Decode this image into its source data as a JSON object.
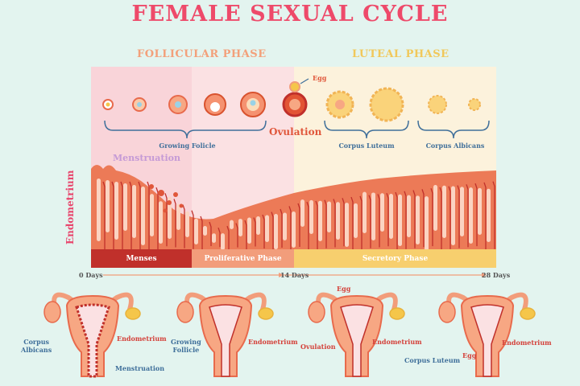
{
  "title": "FEMALE SEXUAL CYCLE",
  "phases": {
    "follicular": "FOLLICULAR PHASE",
    "luteal": "LUTEAL PHASE"
  },
  "labels": {
    "egg": "Egg",
    "ovulation": "Ovulation",
    "growing_follicle": "Growing Folicle",
    "corpus_luteum": "Corpus Luteum",
    "corpus_albicans": "Corpus Albicans",
    "menstruation": "Menstruation",
    "endometrium": "Endometrium"
  },
  "phase_bars": {
    "menses": "Menses",
    "proliferative": "Proliferative Phase",
    "secretory": "Secretory Phase"
  },
  "days": {
    "start": "0 Days",
    "mid": "14 Days",
    "end": "28 Days"
  },
  "uterus": [
    {
      "left": "Corpus\nAlbicans",
      "right": "Endometrium",
      "bottom": "Menstruation"
    },
    {
      "left": "Growing\nFollicle",
      "right": "Endometrium"
    },
    {
      "top": "Egg",
      "left": "Ovulation",
      "right": "Endometrium"
    },
    {
      "left": "Corpus Luteum",
      "mid": "Egg",
      "right": "Endometrium"
    }
  ],
  "colors": {
    "title": "#ee4a6a",
    "follicular_bg": "#fbdfe3",
    "luteal_bg": "#fcf2dc",
    "endometrium": "#ec7a57",
    "menses": "#c0302b",
    "proliferative": "#f29d7b",
    "secretory": "#f7cf6e",
    "label_blue": "#3f6f9a"
  }
}
